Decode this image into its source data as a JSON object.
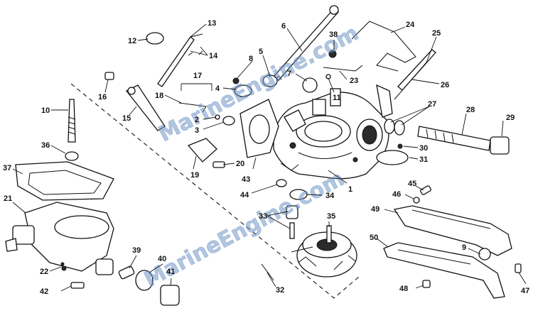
{
  "watermark": [
    "MarineEngine.com",
    "MarineEngine.com",
    "MarineEngine.com"
  ],
  "callouts": [
    {
      "id": "c1",
      "text": "1"
    },
    {
      "id": "c2",
      "text": "2"
    },
    {
      "id": "c3",
      "text": "3"
    },
    {
      "id": "c4",
      "text": "4"
    },
    {
      "id": "c5",
      "text": "5"
    },
    {
      "id": "c6",
      "text": "6"
    },
    {
      "id": "c7",
      "text": "7"
    },
    {
      "id": "c8",
      "text": "8"
    },
    {
      "id": "c9",
      "text": "9"
    },
    {
      "id": "c10",
      "text": "10"
    },
    {
      "id": "c11",
      "text": "11"
    },
    {
      "id": "c12",
      "text": "12"
    },
    {
      "id": "c13",
      "text": "13"
    },
    {
      "id": "c14",
      "text": "14"
    },
    {
      "id": "c15",
      "text": "15"
    },
    {
      "id": "c16",
      "text": "16"
    },
    {
      "id": "c17",
      "text": "17"
    },
    {
      "id": "c18",
      "text": "18"
    },
    {
      "id": "c19",
      "text": "19"
    },
    {
      "id": "c20",
      "text": "20"
    },
    {
      "id": "c21",
      "text": "21"
    },
    {
      "id": "c22",
      "text": "22"
    },
    {
      "id": "c23",
      "text": "23"
    },
    {
      "id": "c24",
      "text": "24"
    },
    {
      "id": "c25",
      "text": "25"
    },
    {
      "id": "c26",
      "text": "26"
    },
    {
      "id": "c27",
      "text": "27"
    },
    {
      "id": "c28",
      "text": "28"
    },
    {
      "id": "c29",
      "text": "29"
    },
    {
      "id": "c30",
      "text": "30"
    },
    {
      "id": "c31",
      "text": "31"
    },
    {
      "id": "c32",
      "text": "32"
    },
    {
      "id": "c33",
      "text": "33"
    },
    {
      "id": "c34",
      "text": "34"
    },
    {
      "id": "c35",
      "text": "35"
    },
    {
      "id": "c36",
      "text": "36"
    },
    {
      "id": "c37",
      "text": "37"
    },
    {
      "id": "c38",
      "text": "38"
    },
    {
      "id": "c39",
      "text": "39"
    },
    {
      "id": "c40",
      "text": "40"
    },
    {
      "id": "c41",
      "text": "41"
    },
    {
      "id": "c42",
      "text": "42"
    },
    {
      "id": "c43",
      "text": "43"
    },
    {
      "id": "c44",
      "text": "44"
    },
    {
      "id": "c45",
      "text": "45"
    },
    {
      "id": "c46",
      "text": "46"
    },
    {
      "id": "c47",
      "text": "47"
    },
    {
      "id": "c48",
      "text": "48"
    },
    {
      "id": "c49",
      "text": "49"
    },
    {
      "id": "c50",
      "text": "50"
    }
  ],
  "colors": {
    "ink": "#111111",
    "watermark": "#6f97c9",
    "background": "#ffffff"
  }
}
